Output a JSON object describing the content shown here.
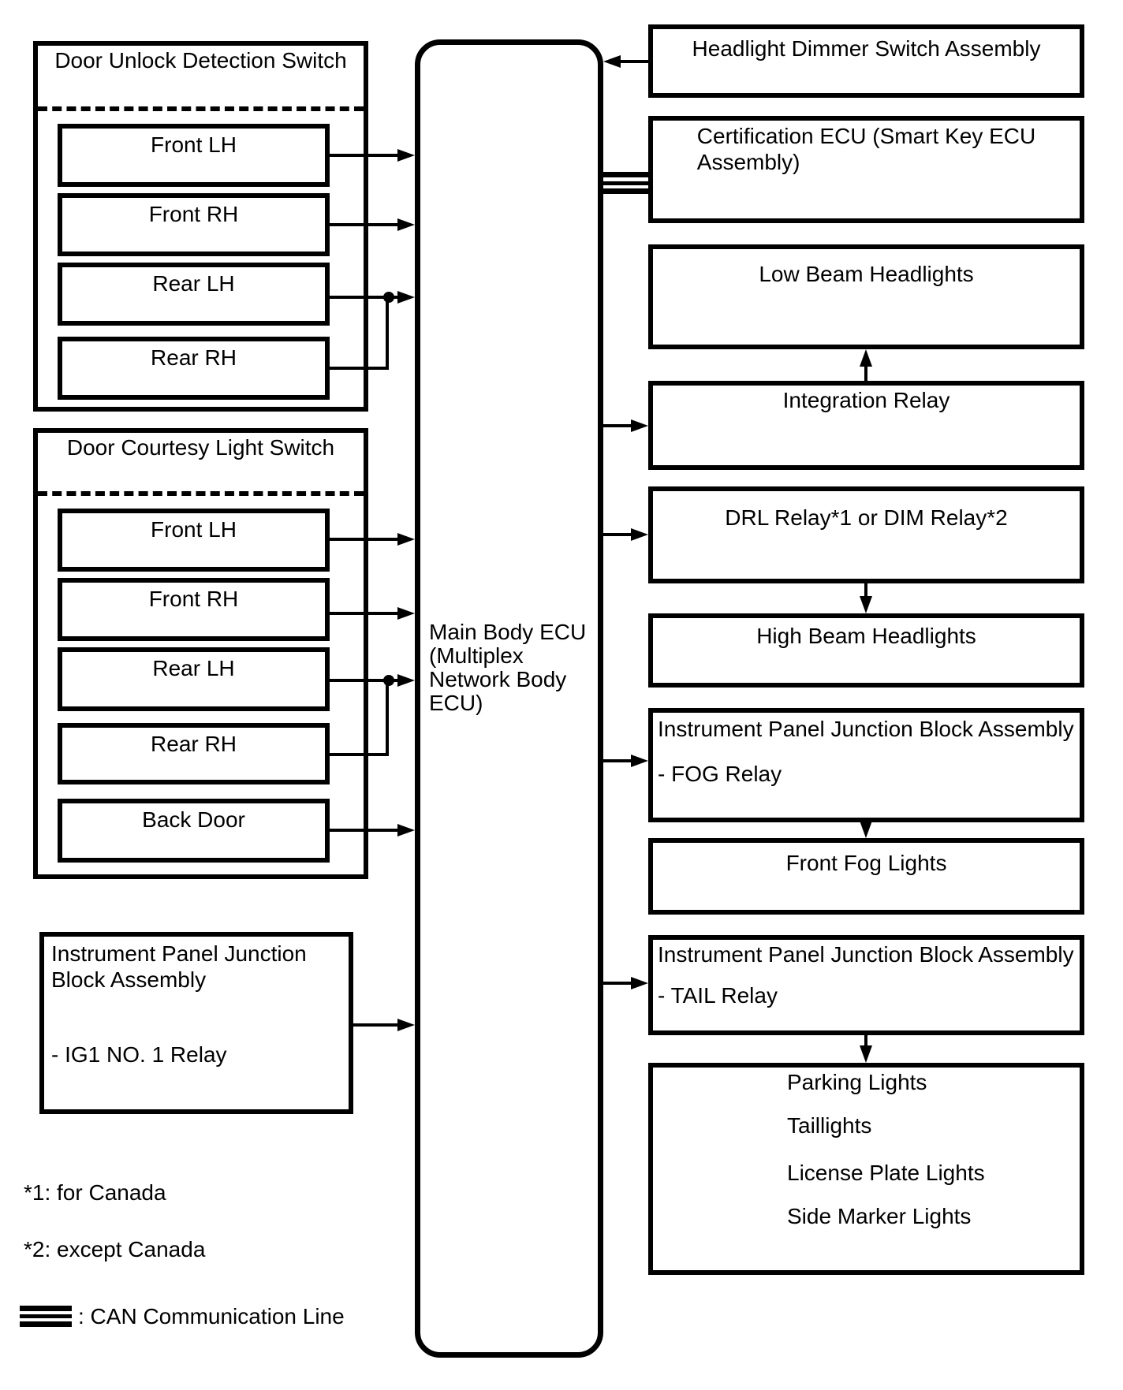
{
  "diagram": {
    "colors": {
      "line": "#000000",
      "background": "#ffffff"
    },
    "groups": {
      "door_unlock": {
        "title": "Door Unlock Detection Switch",
        "items": [
          "Front LH",
          "Front RH",
          "Rear LH",
          "Rear RH"
        ]
      },
      "door_courtesy": {
        "title": "Door Courtesy Light Switch",
        "items": [
          "Front LH",
          "Front RH",
          "Rear LH",
          "Rear RH",
          "Back Door"
        ]
      }
    },
    "ipjb_ig1": {
      "line1": "Instrument Panel Junction",
      "line2": "Block Assembly",
      "line3": "- IG1 NO. 1 Relay"
    },
    "ecu": {
      "lines": [
        "Main Body ECU",
        "(Multiplex",
        "Network Body",
        "ECU)"
      ]
    },
    "right": {
      "headlight_dimmer": "Headlight Dimmer Switch Assembly",
      "certification_line1": "Certification ECU (Smart Key ECU",
      "certification_line2": "Assembly)",
      "low_beam": "Low Beam Headlights",
      "integration_relay": "Integration Relay",
      "drl_relay": "DRL Relay*1 or DIM Relay*2",
      "high_beam": "High Beam Headlights",
      "ipjb_fog_line1": "Instrument Panel Junction Block Assembly",
      "ipjb_fog_line2": "- FOG Relay",
      "front_fog": "Front Fog Lights",
      "ipjb_tail_line1": "Instrument Panel Junction Block Assembly",
      "ipjb_tail_line2": "- TAIL Relay",
      "tail_group": [
        "Parking Lights",
        "Taillights",
        "License Plate Lights",
        "Side Marker Lights"
      ]
    },
    "notes": [
      "*1: for Canada",
      "*2: except Canada"
    ],
    "legend": {
      "label": ": CAN Communication Line"
    }
  }
}
